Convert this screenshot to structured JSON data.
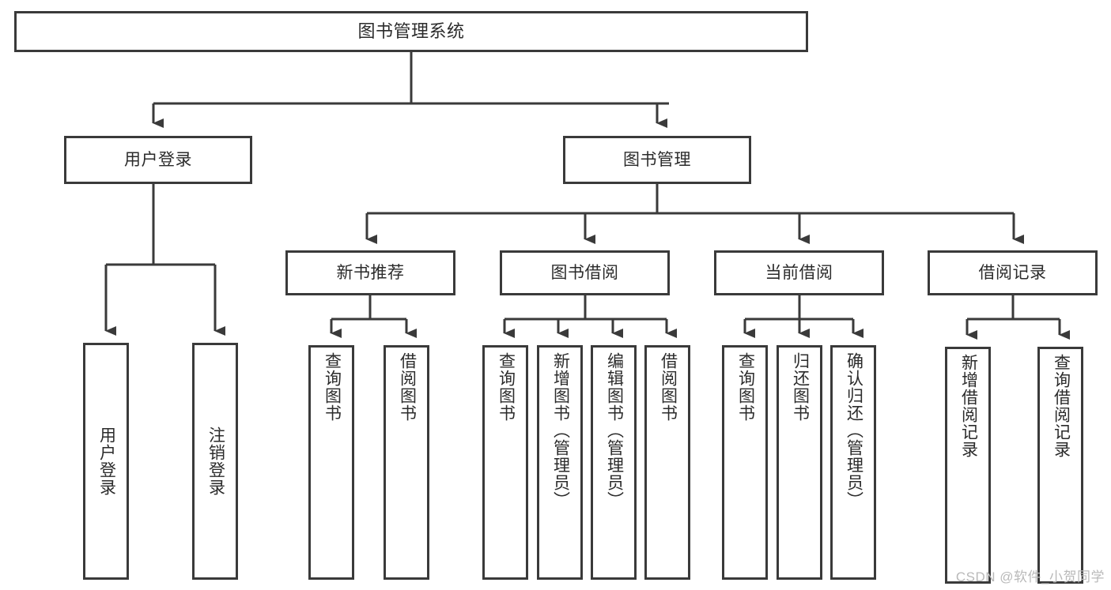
{
  "diagram": {
    "title": "图书管理系统",
    "type": "tree-hierarchy-diagram",
    "colors": {
      "background": "#ffffff",
      "box_border": "#3a3a3a",
      "text": "#2b2b2b",
      "connector": "#3a3a3a",
      "watermark": "#b9b9b9"
    },
    "root": {
      "label": "图书管理系统"
    },
    "level1": [
      {
        "label": "用户登录"
      },
      {
        "label": "图书管理"
      }
    ],
    "level2": [
      {
        "label": "新书推荐"
      },
      {
        "label": "图书借阅"
      },
      {
        "label": "当前借阅"
      },
      {
        "label": "借阅记录"
      }
    ],
    "leaves": {
      "user_login": [
        {
          "label": "用户登录"
        },
        {
          "label": "注销登录"
        }
      ],
      "new_book_recommend": [
        {
          "label": "查询图书"
        },
        {
          "label": "借阅图书"
        }
      ],
      "book_borrow": [
        {
          "label": "查询图书"
        },
        {
          "label": "新增图书（管理员）"
        },
        {
          "label": "编辑图书（管理员）"
        },
        {
          "label": "借阅图书"
        }
      ],
      "current_borrow": [
        {
          "label": "查询图书"
        },
        {
          "label": "归还图书"
        },
        {
          "label": "确认归还（管理员）"
        }
      ],
      "borrow_record": [
        {
          "label": "新增借阅记录"
        },
        {
          "label": "查询借阅记录"
        }
      ]
    },
    "watermark": "CSDN @软件_小贺同学"
  }
}
